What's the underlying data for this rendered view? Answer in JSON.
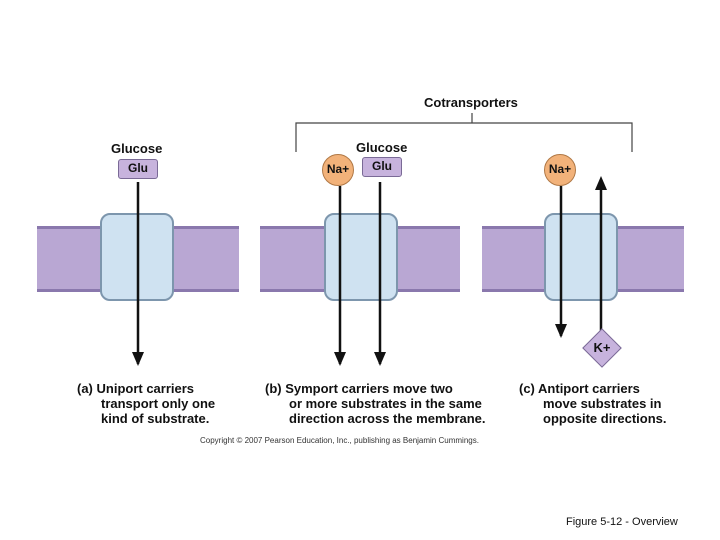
{
  "header": {
    "cotransporters": "Cotransporters"
  },
  "labels": {
    "glucose_a": "Glucose",
    "glucose_b": "Glucose",
    "glu_a": "Glu",
    "glu_b": "Glu",
    "na_b": "Na+",
    "na_c": "Na+",
    "k_c": "K+"
  },
  "captions": {
    "a": {
      "prefix": "(a) ",
      "bold": "Uniport carriers",
      "line2": "transport only one",
      "line3": "kind of substrate."
    },
    "b": {
      "prefix": "(b) ",
      "bold": "Symport carriers",
      "rest1": " move two",
      "line2": "or more substrates in the same",
      "line3": "direction across the membrane."
    },
    "c": {
      "prefix": "(c) ",
      "bold": "Antiport carriers",
      "line2": "move substrates in",
      "line3": "opposite directions."
    }
  },
  "copyright": "Copyright © 2007 Pearson Education, Inc., publishing as Benjamin Cummings.",
  "footer": "Figure 5-12 - Overview",
  "colors": {
    "membrane": "#b9a7d3",
    "carrier": "#cfe2f1",
    "sodium": "#f2b27a",
    "substrate": "#c7b3dd"
  }
}
